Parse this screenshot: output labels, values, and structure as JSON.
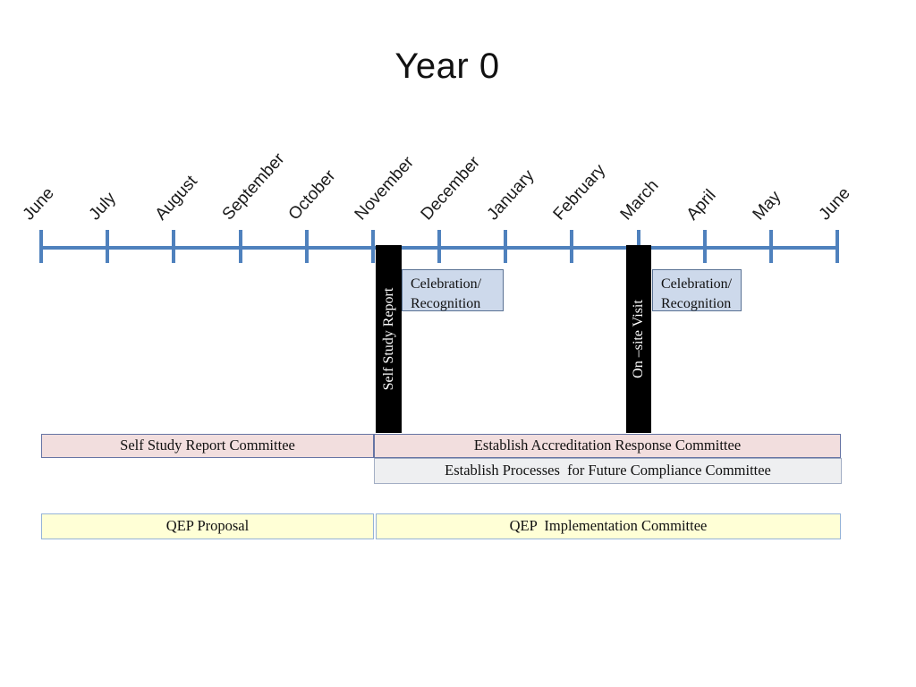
{
  "title": "Year 0",
  "timeline": {
    "months": [
      "June",
      "July",
      "August",
      "September",
      "October",
      "November",
      "December",
      "January",
      "February",
      "March",
      "April",
      "May",
      "June"
    ]
  },
  "events": {
    "self_study_report": {
      "label": "Self Study Report"
    },
    "on_site_visit": {
      "label": "On –site Visit"
    },
    "celebration_1": {
      "label": "Celebration/\nRecognition"
    },
    "celebration_2": {
      "label": "Celebration/\nRecognition"
    }
  },
  "bars": {
    "self_study_committee": {
      "label": "Self Study Report Committee"
    },
    "accreditation_response_committee": {
      "label": "Establish Accreditation Response Committee"
    },
    "future_compliance_committee": {
      "label": "Establish Processes  for Future Compliance Committee"
    },
    "qep_proposal": {
      "label": "QEP Proposal"
    },
    "qep_implementation_committee": {
      "label": "QEP  Implementation Committee"
    }
  },
  "colors": {
    "timeline_blue": "#4f81bd",
    "event_bar_black": "#000000",
    "callout_fill": "#cdd9eb",
    "callout_border": "#5a7294",
    "pink_fill": "#f2dede",
    "pink_border": "#6674a4",
    "gray_fill": "#eeeff1",
    "gray_border": "#a3aec4",
    "yellow_fill": "#ffffd6",
    "yellow_border": "#95b3d7"
  }
}
